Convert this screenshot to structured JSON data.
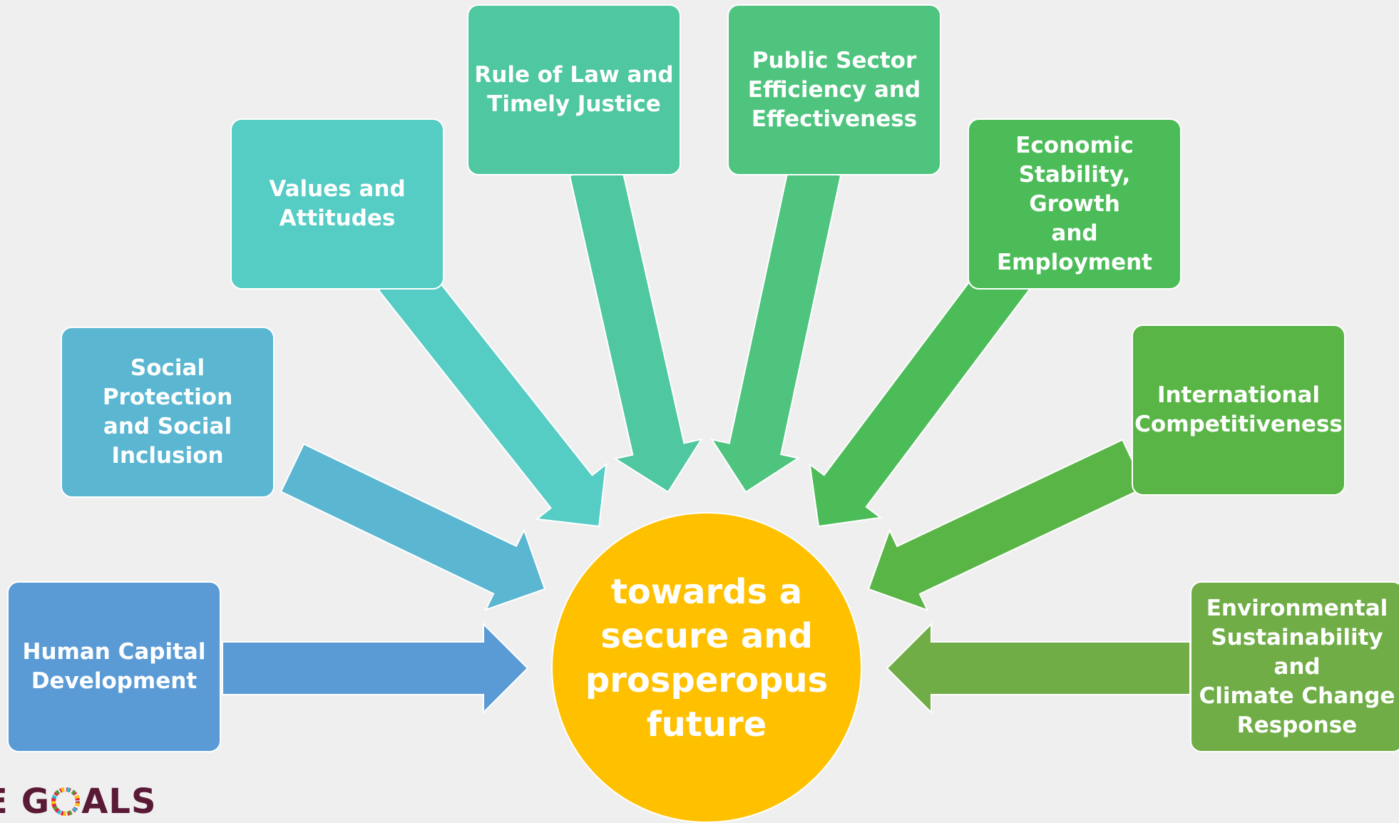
{
  "center": {
    "label": "towards a\nsecure and\nprosperopus\nfuture",
    "color": "#ffc000"
  },
  "pillars": [
    {
      "label": "Human Capital\nDevelopment",
      "color": "#5b9bd5"
    },
    {
      "label": "Social Protection\nand Social\nInclusion",
      "color": "#5ab6d1"
    },
    {
      "label": "Values and\nAttitudes",
      "color": "#55ccc4"
    },
    {
      "label": "Rule of Law and\nTimely Justice",
      "color": "#4fc7a0"
    },
    {
      "label": "Public Sector\nEfficiency and\nEffectiveness",
      "color": "#4ec47e"
    },
    {
      "label": "Economic\nStability, Growth\nand Employment",
      "color": "#4cbc58"
    },
    {
      "label": "International\nCompetitiveness",
      "color": "#5ab547"
    },
    {
      "label": "Environmental\nSustainability and\nClimate Change\nResponse",
      "color": "#70ad47"
    }
  ],
  "logo": {
    "text": "G●ALS",
    "prefix": "E",
    "color": "#5a1a35"
  }
}
